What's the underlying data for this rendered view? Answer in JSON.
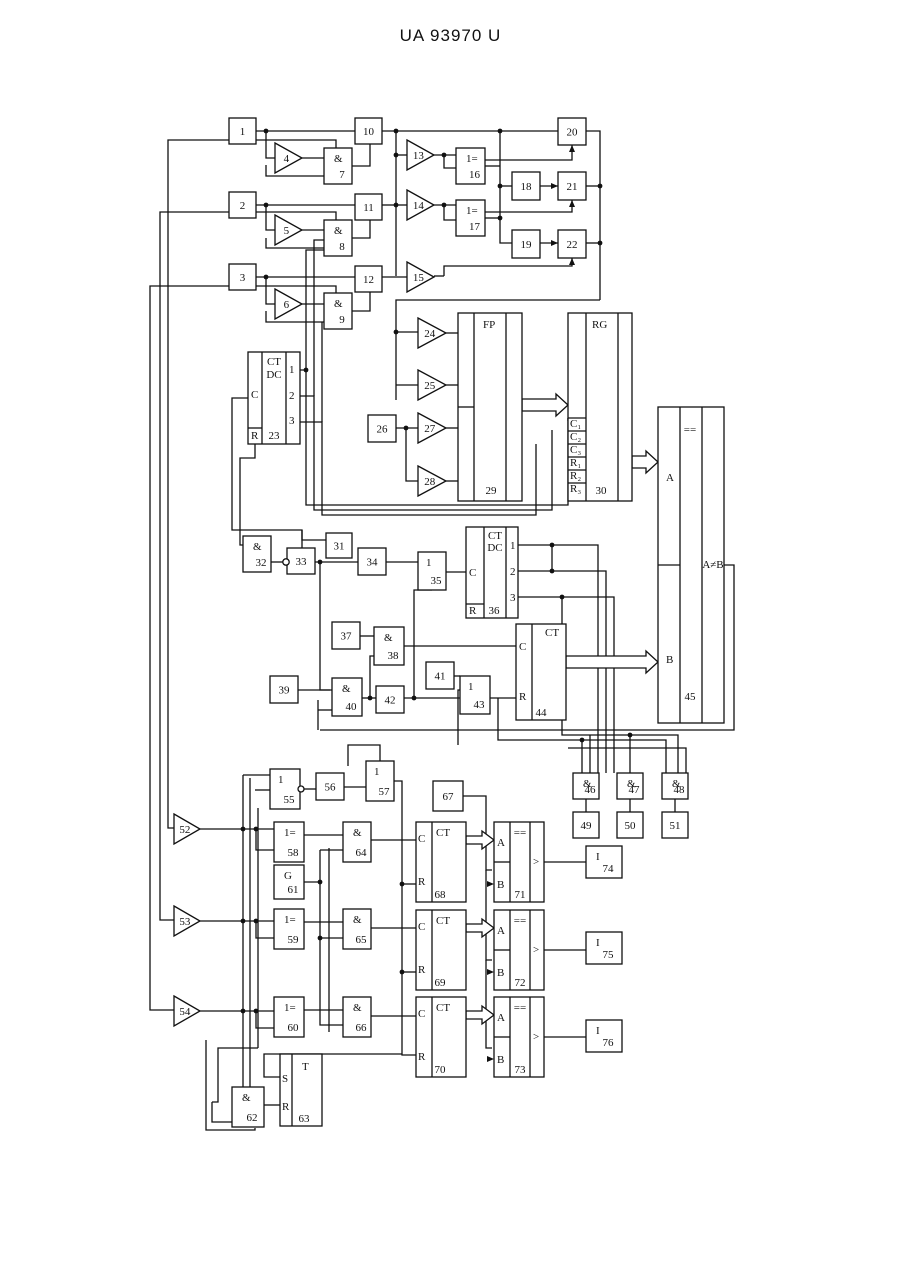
{
  "header": {
    "doc_number": "UA   93970   U"
  },
  "diagram": {
    "blocks": [
      {
        "id": "b1",
        "num": "1"
      },
      {
        "id": "b2",
        "num": "2"
      },
      {
        "id": "b3",
        "num": "3"
      },
      {
        "id": "b4",
        "num": "4"
      },
      {
        "id": "b5",
        "num": "5"
      },
      {
        "id": "b6",
        "num": "6"
      },
      {
        "id": "b7",
        "num": "7",
        "func": "&"
      },
      {
        "id": "b8",
        "num": "8",
        "func": "&"
      },
      {
        "id": "b9",
        "num": "9",
        "func": "&"
      },
      {
        "id": "b10",
        "num": "10"
      },
      {
        "id": "b11",
        "num": "11"
      },
      {
        "id": "b12",
        "num": "12"
      },
      {
        "id": "b13",
        "num": "13"
      },
      {
        "id": "b14",
        "num": "14"
      },
      {
        "id": "b15",
        "num": "15"
      },
      {
        "id": "b16",
        "num": "16",
        "func": "1="
      },
      {
        "id": "b17",
        "num": "17",
        "func": "1="
      },
      {
        "id": "b18",
        "num": "18"
      },
      {
        "id": "b19",
        "num": "19"
      },
      {
        "id": "b20",
        "num": "20"
      },
      {
        "id": "b21",
        "num": "21"
      },
      {
        "id": "b22",
        "num": "22"
      },
      {
        "id": "b23",
        "num": "23",
        "func": "CT",
        "func2": "DC"
      },
      {
        "id": "b24",
        "num": "24"
      },
      {
        "id": "b25",
        "num": "25"
      },
      {
        "id": "b26",
        "num": "26"
      },
      {
        "id": "b27",
        "num": "27"
      },
      {
        "id": "b28",
        "num": "28"
      },
      {
        "id": "b29",
        "num": "29",
        "func": "FP"
      },
      {
        "id": "b30",
        "num": "30",
        "func": "RG"
      },
      {
        "id": "b31",
        "num": "31"
      },
      {
        "id": "b32",
        "num": "32",
        "func": "&"
      },
      {
        "id": "b33",
        "num": "33"
      },
      {
        "id": "b34",
        "num": "34"
      },
      {
        "id": "b35",
        "num": "35",
        "func": "1"
      },
      {
        "id": "b36",
        "num": "36",
        "func": "CT",
        "func2": "DC"
      },
      {
        "id": "b37",
        "num": "37"
      },
      {
        "id": "b38",
        "num": "38",
        "func": "&"
      },
      {
        "id": "b39",
        "num": "39"
      },
      {
        "id": "b40",
        "num": "40",
        "func": "&"
      },
      {
        "id": "b41",
        "num": "41"
      },
      {
        "id": "b42",
        "num": "42"
      },
      {
        "id": "b43",
        "num": "43",
        "func": "1"
      },
      {
        "id": "b44",
        "num": "44",
        "func": "CT"
      },
      {
        "id": "b45",
        "num": "45",
        "func": "==",
        "func2": "A≠B"
      },
      {
        "id": "b46",
        "num": "46",
        "func": "&"
      },
      {
        "id": "b47",
        "num": "47",
        "func": "&"
      },
      {
        "id": "b48",
        "num": "48",
        "func": "&"
      },
      {
        "id": "b49",
        "num": "49"
      },
      {
        "id": "b50",
        "num": "50"
      },
      {
        "id": "b51",
        "num": "51"
      },
      {
        "id": "b52",
        "num": "52"
      },
      {
        "id": "b53",
        "num": "53"
      },
      {
        "id": "b54",
        "num": "54"
      },
      {
        "id": "b55",
        "num": "55",
        "func": "1"
      },
      {
        "id": "b56",
        "num": "56"
      },
      {
        "id": "b57",
        "num": "57",
        "func": "1"
      },
      {
        "id": "b58",
        "num": "58",
        "func": "1="
      },
      {
        "id": "b59",
        "num": "59",
        "func": "1="
      },
      {
        "id": "b60",
        "num": "60",
        "func": "1="
      },
      {
        "id": "b61",
        "num": "61",
        "func": "G"
      },
      {
        "id": "b62",
        "num": "62",
        "func": "&"
      },
      {
        "id": "b63",
        "num": "63",
        "func": "T"
      },
      {
        "id": "b64",
        "num": "64",
        "func": "&"
      },
      {
        "id": "b65",
        "num": "65",
        "func": "&"
      },
      {
        "id": "b66",
        "num": "66",
        "func": "&"
      },
      {
        "id": "b67",
        "num": "67"
      },
      {
        "id": "b68",
        "num": "68",
        "func": "CT"
      },
      {
        "id": "b69",
        "num": "69",
        "func": "CT"
      },
      {
        "id": "b70",
        "num": "70",
        "func": "CT"
      },
      {
        "id": "b71",
        "num": "71",
        "func": "=="
      },
      {
        "id": "b72",
        "num": "72",
        "func": "=="
      },
      {
        "id": "b73",
        "num": "73",
        "func": "=="
      },
      {
        "id": "b74",
        "num": "74",
        "func": "I"
      },
      {
        "id": "b75",
        "num": "75",
        "func": "I"
      },
      {
        "id": "b76",
        "num": "76",
        "func": "I"
      }
    ],
    "pins": {
      "c": "C",
      "r": "R",
      "s": "S",
      "a": "A",
      "b": "B",
      "o1": "1",
      "o2": "2",
      "o3": "3",
      "c1": "C₁",
      "c2": "C₂",
      "c3": "C₃",
      "r1": "R₁",
      "r2": "R₂",
      "r3": "R₃",
      "gt1": ">",
      "gt2": ">",
      "gt3": ">",
      "a3": "A",
      "b3": "B"
    }
  }
}
